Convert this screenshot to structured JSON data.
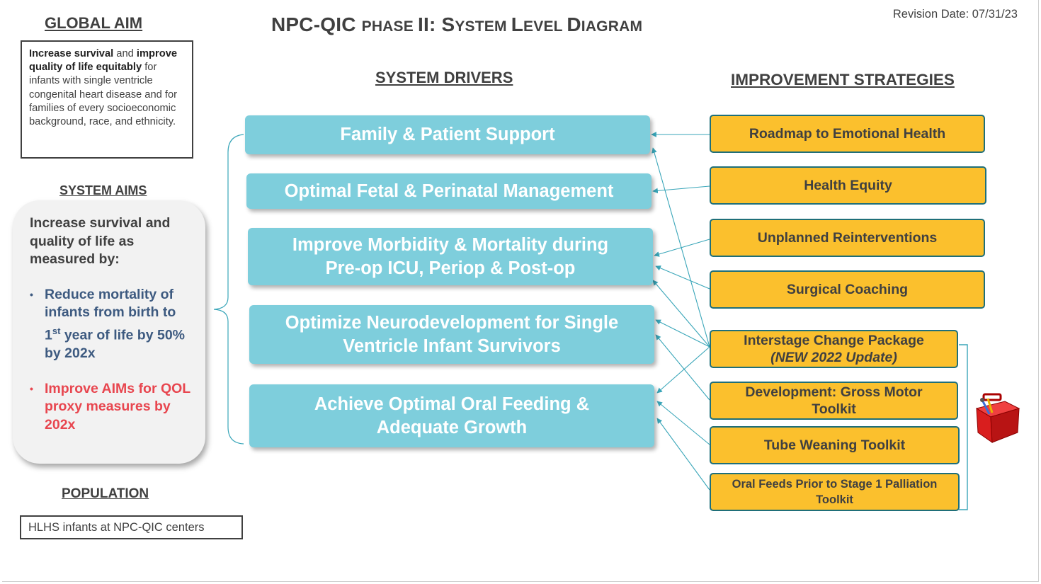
{
  "revision": "Revision Date: 07/31/23",
  "title": {
    "main": "NPC-QIC ",
    "phase": "PHASE ",
    "roman": "II: S",
    "sc1": "YSTEM ",
    "l": "L",
    "sc2": "EVEL ",
    "d": "D",
    "sc3": "IAGRAM"
  },
  "global_aim": {
    "heading": "GLOBAL AIM",
    "bold1": "Increase survival",
    "text1": " and ",
    "bold2": "improve quality of life equitably",
    "text2": " for infants with single ventricle congenital heart disease and for families of every socioeconomic background, race, and ethnicity."
  },
  "system_aims": {
    "heading": "SYSTEM AIMS",
    "intro": "Increase survival and quality of life as measured by:",
    "bullet": "•",
    "item1_pre": "Reduce mortality of infants from birth to 1",
    "item1_sup": "st",
    "item1_post": " year of life by 50% by 202x",
    "item2": "Improve AIMs for QOL proxy measures by 202x"
  },
  "population": {
    "heading": "POPULATION",
    "text": "HLHS infants at NPC-QIC centers"
  },
  "drivers_heading": "SYSTEM DRIVERS",
  "strategies_heading": "IMPROVEMENT STRATEGIES",
  "drivers": [
    {
      "line1": "Family & Patient Support",
      "line2": ""
    },
    {
      "line1": "Optimal Fetal & Perinatal Management",
      "line2": ""
    },
    {
      "line1": "Improve Morbidity & Mortality during",
      "line2": "Pre-op ICU, Periop & Post-op"
    },
    {
      "line1": "Optimize Neurodevelopment for Single",
      "line2": "Ventricle Infant Survivors"
    },
    {
      "line1": "Achieve Optimal Oral Feeding &",
      "line2": "Adequate Growth"
    }
  ],
  "strategies": [
    {
      "line1": "Roadmap to Emotional Health",
      "line2": ""
    },
    {
      "line1": "Health Equity",
      "line2": ""
    },
    {
      "line1": "Unplanned Reinterventions",
      "line2": ""
    },
    {
      "line1": "Surgical Coaching",
      "line2": ""
    },
    {
      "line1": "Interstage Change Package",
      "line2": "(NEW 2022 Update)"
    },
    {
      "line1": "Development: Gross Motor",
      "line2": "Toolkit"
    },
    {
      "line1": "Tube Weaning Toolkit",
      "line2": ""
    },
    {
      "line1": "Oral Feeds Prior to Stage 1 Palliation",
      "line2": "Toolkit"
    }
  ],
  "colors": {
    "driver_fill": "#7ecedc",
    "strategy_fill": "#fbc02d",
    "strategy_border": "#1f6f79",
    "arrow": "#3aa6b9",
    "aim_blue": "#3d5a80",
    "aim_red": "#e8464f",
    "toolbox_red": "#d91e1e"
  },
  "icons": {
    "toolbox": "toolbox-icon"
  }
}
